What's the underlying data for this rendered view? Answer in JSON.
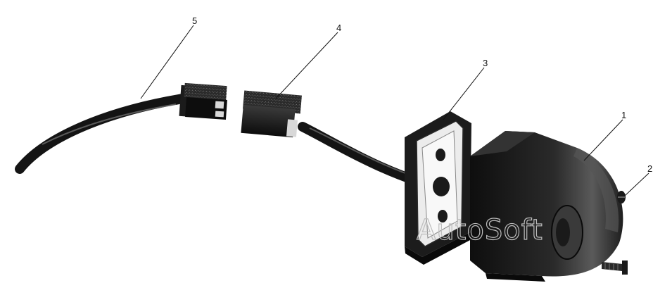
{
  "callouts": [
    {
      "id": "callout-1",
      "label": "1"
    },
    {
      "id": "callout-2",
      "label": "2"
    },
    {
      "id": "callout-3",
      "label": "3"
    },
    {
      "id": "callout-4",
      "label": "4"
    },
    {
      "id": "callout-5",
      "label": "5"
    }
  ],
  "watermark": {
    "text": "AutoSoft"
  },
  "colors": {
    "ink": "#111111",
    "dark_body": "#1a1a1a",
    "mid_gray": "#6a6a6a",
    "light_gray": "#d8d8d8",
    "watermark": "#bdbdbd"
  }
}
